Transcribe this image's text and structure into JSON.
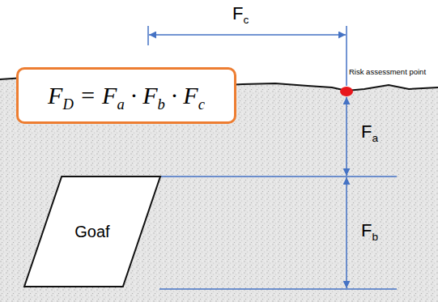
{
  "diagram": {
    "nodes": [
      {
        "text": [
          "FD = Fa · Fb · Fc"
        ]
      },
      {
        "text": [
          "Goaf"
        ]
      }
    ],
    "labels": [
      "Fc",
      "Risk assessment point",
      "Fa",
      "Fb"
    ]
  }
}
